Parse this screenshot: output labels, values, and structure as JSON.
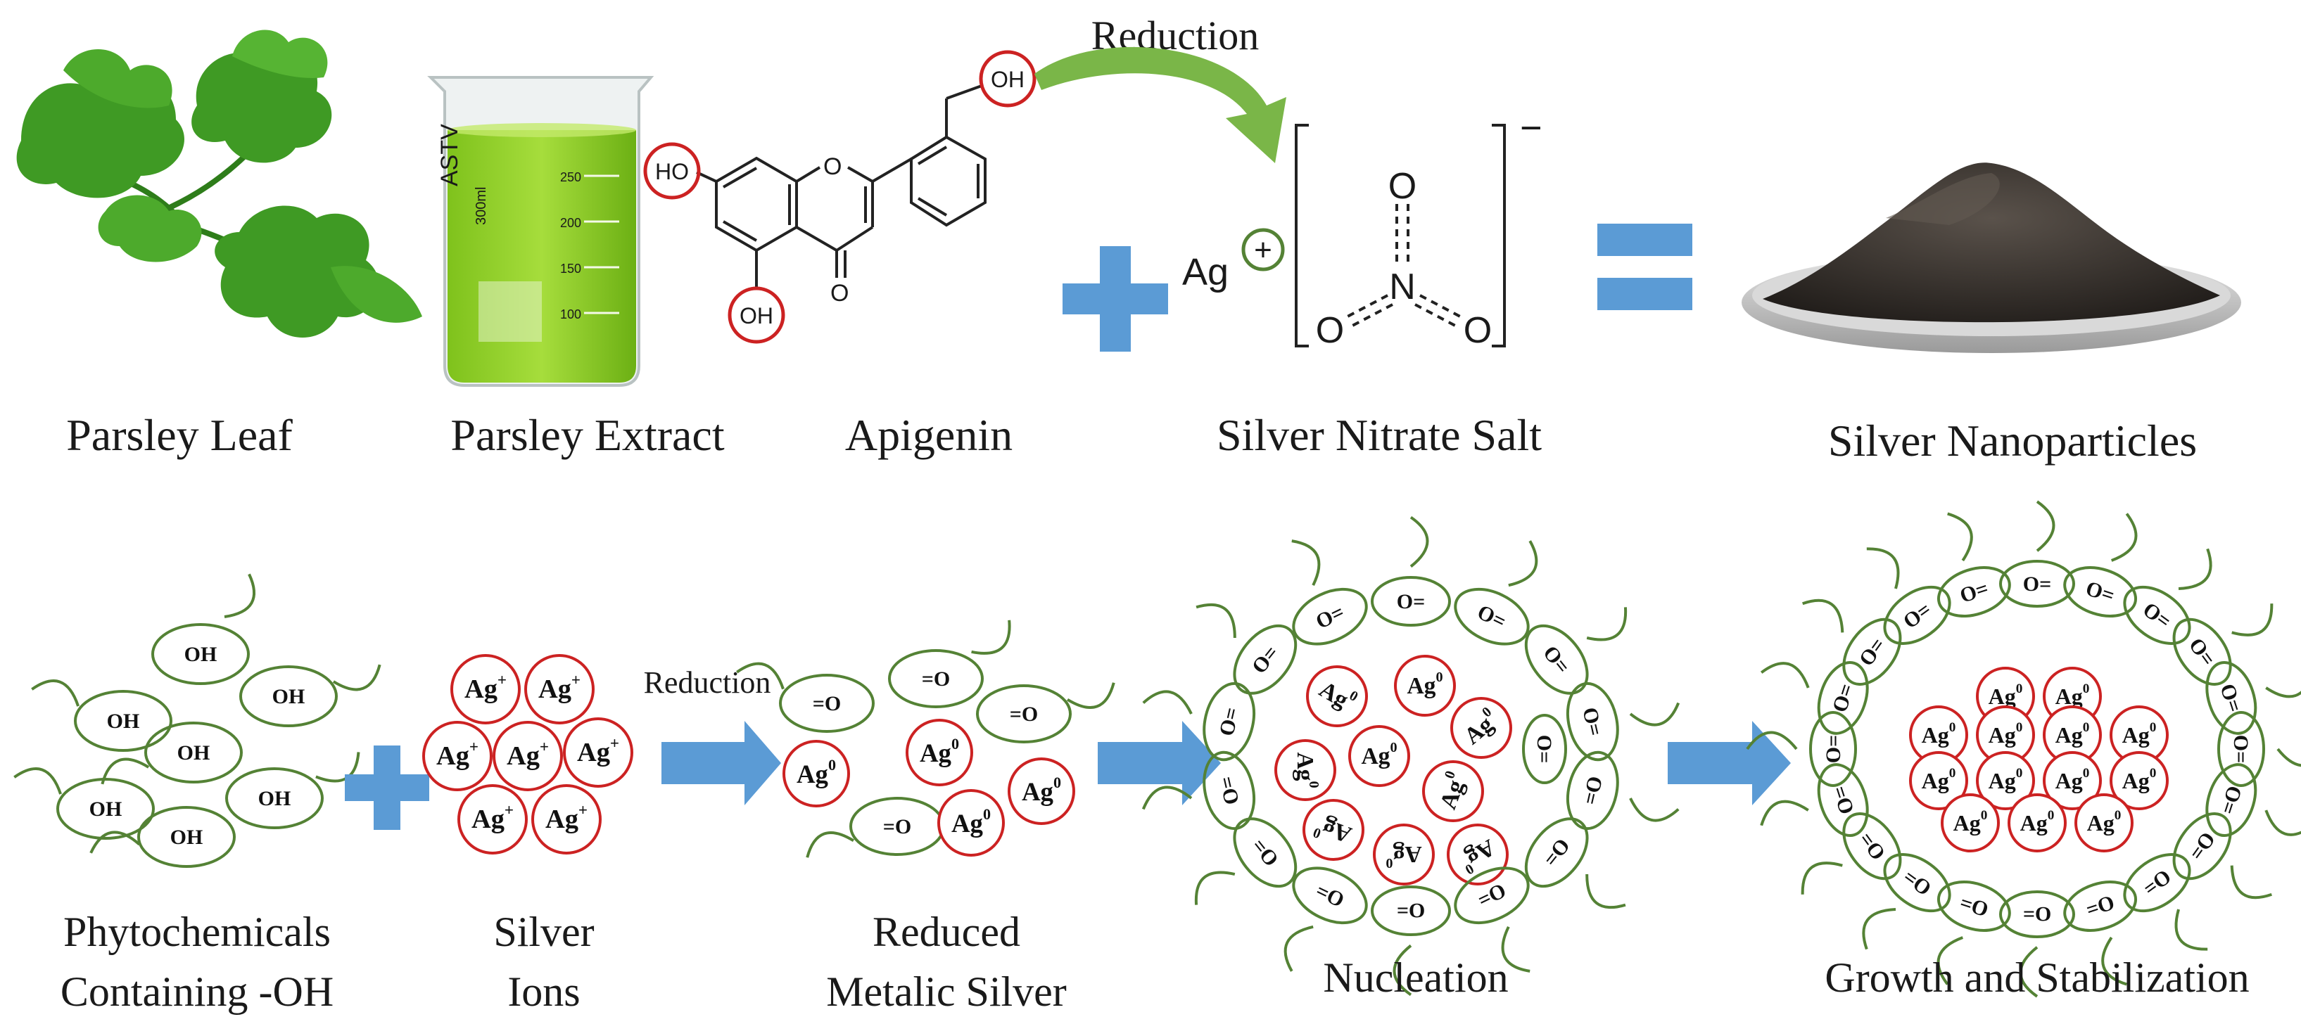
{
  "top_row": {
    "reduction_label": "Reduction",
    "labels": {
      "parsley_leaf": "Parsley Leaf",
      "parsley_extract": "Parsley Extract",
      "apigenin": "Apigenin",
      "silver_nitrate": "Silver Nitrate Salt",
      "silver_nanoparticles": "Silver Nanoparticles"
    },
    "beaker_marks": {
      "brand": "ASTV",
      "volume": "300ml",
      "mark_1": "250",
      "mark_2": "200",
      "mark_3": "150",
      "mark_4": "100"
    },
    "apigenin_groups": {
      "ho": "HO",
      "oh_top": "OH",
      "oh_bottom": "OH",
      "ring_o": "O",
      "keto_o": "O"
    },
    "nitrate": {
      "ag": "Ag",
      "plus": "+",
      "charge": "−",
      "n": "N",
      "o_top": "O",
      "o_left": "O",
      "o_right": "O"
    }
  },
  "bottom_row": {
    "reduction_label": "Reduction",
    "oh": "OH",
    "ag_ion": "Ag",
    "ag_ion_sup": "+",
    "ag_metal": "Ag",
    "ag_metal_sup": "0",
    "carbonyl": "=O",
    "carbonyl_rev": "O=",
    "labels": {
      "phytochemicals_line1": "Phytochemicals",
      "phytochemicals_line2": "Containing -OH",
      "silver_ions_line1": "Silver",
      "silver_ions_line2": "Ions",
      "reduced_line1": "Reduced",
      "reduced_line2": "Metalic Silver",
      "nucleation": "Nucleation",
      "growth": "Growth and Stabilization"
    }
  },
  "colors": {
    "blue": "#5b9bd5",
    "green_circle": "#548235",
    "red_circle": "#cc2222",
    "leaf_green": "#3f9a24",
    "arrow_green": "#7ab648",
    "powder": "#3a3530"
  }
}
